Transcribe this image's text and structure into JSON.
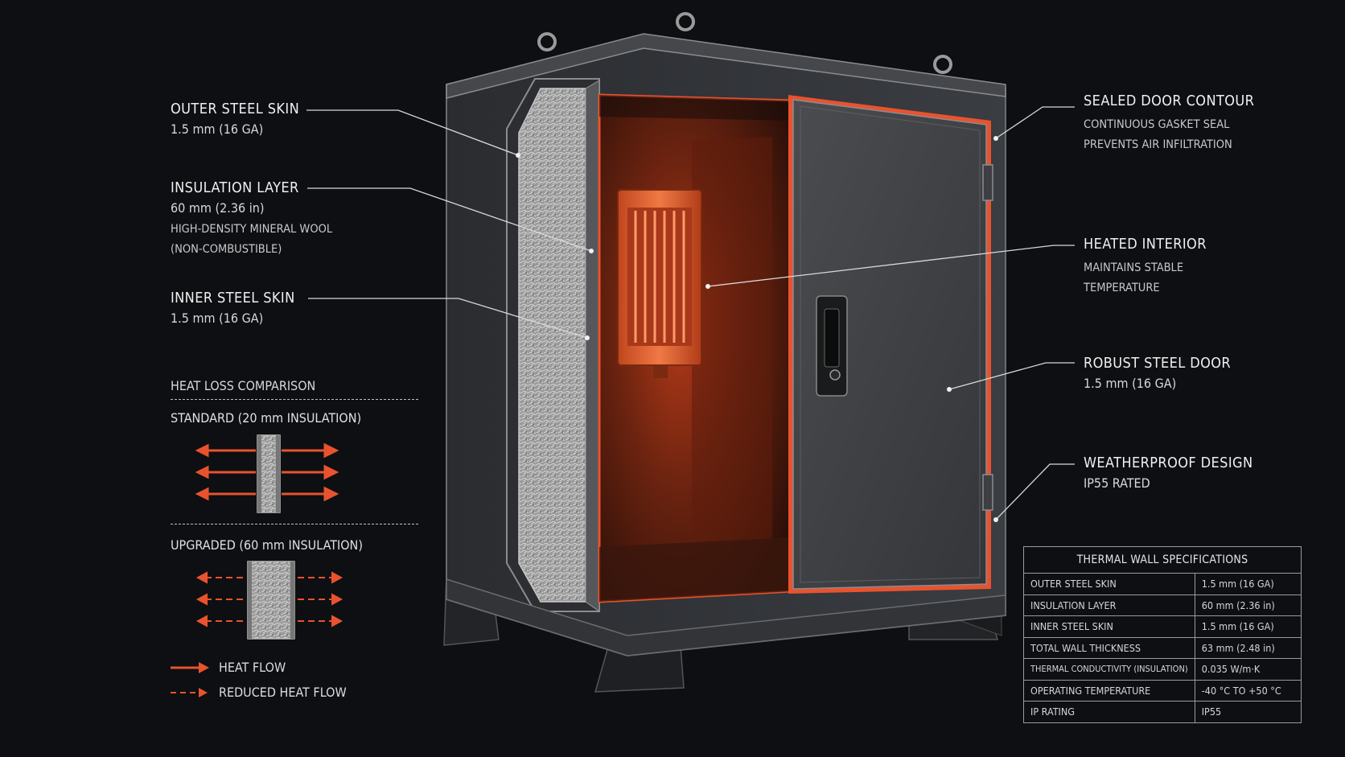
{
  "callouts": {
    "outer_skin": {
      "title": "OUTER STEEL SKIN",
      "value": "1.5 mm (16 GA)"
    },
    "insulation": {
      "title": "INSULATION LAYER",
      "value": "60 mm (2.36 in)",
      "desc1": "HIGH-DENSITY MINERAL WOOL",
      "desc2": "(NON-COMBUSTIBLE)"
    },
    "inner_skin": {
      "title": "INNER STEEL SKIN",
      "value": "1.5 mm (16 GA)"
    },
    "door_contour": {
      "title": "SEALED DOOR CONTOUR",
      "desc1": "CONTINUOUS GASKET SEAL",
      "desc2": "PREVENTS AIR INFILTRATION"
    },
    "heated_interior": {
      "title": "HEATED INTERIOR",
      "desc1": "MAINTAINS STABLE",
      "desc2": "TEMPERATURE"
    },
    "steel_door": {
      "title": "ROBUST STEEL DOOR",
      "value": "1.5 mm (16 GA)"
    },
    "weatherproof": {
      "title": "WEATHERPROOF DESIGN",
      "desc1": "IP55 RATED"
    }
  },
  "comparison": {
    "title": "HEAT LOSS COMPARISON",
    "standard": "STANDARD (20 mm INSULATION)",
    "upgraded": "UPGRADED (60 mm INSULATION)"
  },
  "legend": {
    "heat_flow": "HEAT FLOW",
    "reduced_heat_flow": "REDUCED HEAT FLOW"
  },
  "specs": {
    "title": "THERMAL WALL SPECIFICATIONS",
    "rows": [
      {
        "label": "OUTER STEEL SKIN",
        "value": "1.5 mm (16 GA)"
      },
      {
        "label": "INSULATION LAYER",
        "value": "60 mm (2.36 in)"
      },
      {
        "label": "INNER STEEL SKIN",
        "value": "1.5 mm (16 GA)"
      },
      {
        "label": "TOTAL WALL THICKNESS",
        "value": "63 mm (2.48 in)"
      },
      {
        "label": "THERMAL CONDUCTIVITY (INSULATION)",
        "value": "0.035 W/m·K"
      },
      {
        "label": "OPERATING TEMPERATURE",
        "value": "-40 °C TO +50 °C"
      },
      {
        "label": "IP RATING",
        "value": "IP55"
      }
    ]
  },
  "colors": {
    "background": "#0d0f12",
    "accent_heat": "#e8532e",
    "steel": "#3a3c40",
    "leader_line": "#d8d8d8"
  }
}
